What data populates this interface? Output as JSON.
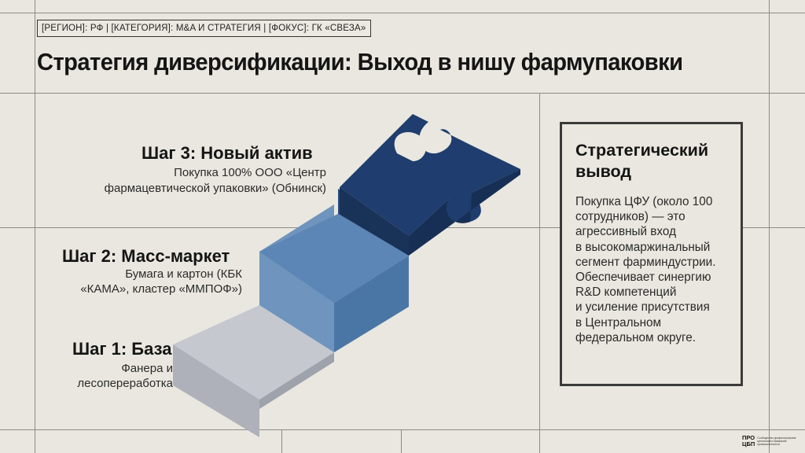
{
  "tag_line": "[РЕГИОН]: РФ | [КАТЕГОРИЯ]: M&A И СТРАТЕГИЯ | [ФОКУС]: ГК «СВЕЗА»",
  "title": "Стратегия диверсификации: Выход в нишу фармупаковки",
  "steps": [
    {
      "title": "Шаг 3: Новый актив",
      "desc_line1": "Покупка 100% ООО «Центр",
      "desc_line2": "фармацевтической упаковки» (Обнинск)",
      "color": "#1e3a6b"
    },
    {
      "title": "Шаг 2: Масс-маркет",
      "desc_line1": "Бумага и картон (КБК",
      "desc_line2": "«КАМА», кластер «ММПОФ»)",
      "color": "#4e7aa8"
    },
    {
      "title": "Шаг 1: База",
      "desc_line1": "Фанера и",
      "desc_line2": "лесопереработка",
      "color": "#b7bac2"
    }
  ],
  "conclusion": {
    "title_line1": "Стратегический",
    "title_line2": "вывод",
    "lines": [
      "Покупка ЦФУ (около 100",
      "сотрудников) — это",
      "агрессивный вход",
      "в высокомаржинальный",
      "сегмент фарминдустрии.",
      "Обеспечивает синергию",
      "R&D компетенций",
      "и усиление присутствия",
      "в Центральном",
      "федеральном округе."
    ]
  },
  "logo": {
    "mark_line1": "ПРО",
    "mark_line2": "ЦБП",
    "caption": "Сообщество профессионалов целлюлозно-бумажной промышленности"
  }
}
